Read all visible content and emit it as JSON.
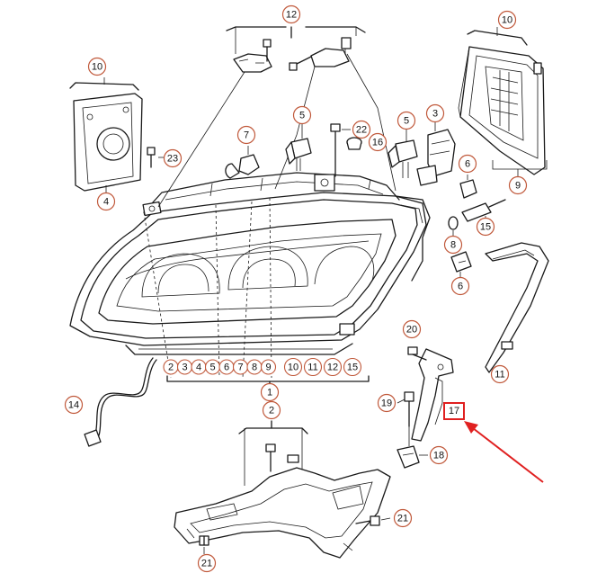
{
  "accent_color": "#c0583a",
  "highlight_color": "#e02020",
  "callouts": [
    {
      "id": "c12-top",
      "label": "12"
    },
    {
      "id": "c10-left",
      "label": "10"
    },
    {
      "id": "c10-right",
      "label": "10"
    },
    {
      "id": "c5-a",
      "label": "5"
    },
    {
      "id": "c5-b",
      "label": "5"
    },
    {
      "id": "c3",
      "label": "3"
    },
    {
      "id": "c7",
      "label": "7"
    },
    {
      "id": "c22",
      "label": "22"
    },
    {
      "id": "c16",
      "label": "16"
    },
    {
      "id": "c23",
      "label": "23"
    },
    {
      "id": "c4",
      "label": "4"
    },
    {
      "id": "c6-a",
      "label": "6"
    },
    {
      "id": "c9",
      "label": "9"
    },
    {
      "id": "c15",
      "label": "15"
    },
    {
      "id": "c8",
      "label": "8"
    },
    {
      "id": "c6-b",
      "label": "6"
    },
    {
      "id": "c20",
      "label": "20"
    },
    {
      "id": "c11",
      "label": "11"
    },
    {
      "id": "c1",
      "label": "1"
    },
    {
      "id": "c14",
      "label": "14"
    },
    {
      "id": "c19",
      "label": "19"
    },
    {
      "id": "c2",
      "label": "2"
    },
    {
      "id": "c18",
      "label": "18"
    },
    {
      "id": "c21-right",
      "label": "21"
    },
    {
      "id": "c21-bottom",
      "label": "21"
    }
  ],
  "chip_row_1": [
    "2",
    "3",
    "4",
    "5",
    "6",
    "7",
    "8",
    "9"
  ],
  "chip_row_2": [
    "10",
    "11",
    "12",
    "15"
  ],
  "highlighted_part": "17"
}
